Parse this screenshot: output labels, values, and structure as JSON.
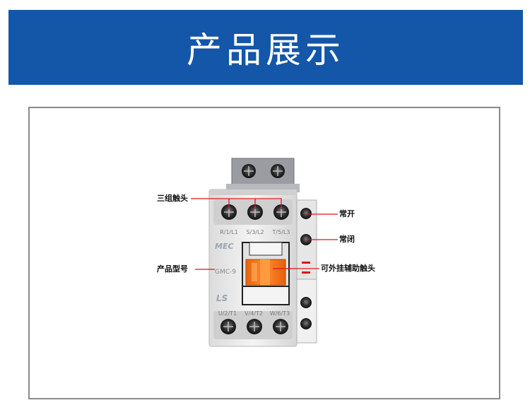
{
  "banner": {
    "title": "产品展示"
  },
  "product": {
    "terminal_top_labels": [
      "R/1/L1",
      "S/3/L2",
      "T/5/L3"
    ],
    "terminal_bottom_labels": [
      "U/2/T1",
      "V/4/T2",
      "W/6/T3"
    ],
    "brand_text": "MEC",
    "model_text": "GMC-9",
    "logo_text": "LS"
  },
  "callouts": {
    "main_contacts": "三组触头",
    "normally_open": "常开",
    "normally_closed": "常闭",
    "model_number": "产品型号",
    "aux_contacts": "可外挂辅助触头"
  },
  "colors": {
    "banner": "#1456a8",
    "callout_line": "#e0141e",
    "actuator": "#f07a1a",
    "body": "#efefef"
  }
}
